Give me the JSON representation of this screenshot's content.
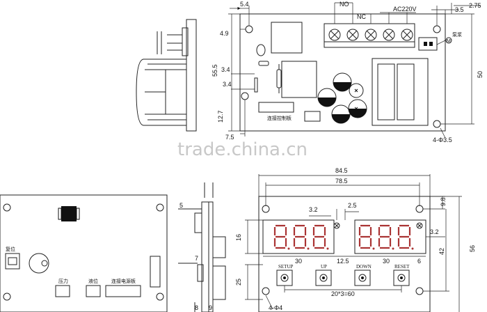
{
  "top_view": {
    "relays": {
      "no": "NO",
      "nc": "NC",
      "ac": "AC220V"
    },
    "dims": {
      "d54": "5.4",
      "d49": "4.9",
      "d555": "55.5",
      "d34a": "3.4",
      "d34b": "3.4",
      "d127": "12.7",
      "d75": "7.5",
      "d35": "3.5",
      "d275": "2.75",
      "d50": "50",
      "d4phi": "4-Φ3.5"
    },
    "labels": {
      "connector": "连接控制板",
      "pump": "泵浆",
      "motor": "M"
    }
  },
  "watermark": "trade.china.cn",
  "bottom_left": {
    "labels": {
      "reset": "复位",
      "pressure": "压力",
      "level": "液位",
      "connect_power": "连接电源板"
    }
  },
  "side_view": {
    "dims": {
      "d5": "5",
      "d7": "7",
      "d8": "8",
      "d9": "9"
    }
  },
  "front_panel": {
    "dims": {
      "d845": "84.5",
      "d785": "78.5",
      "d32a": "3.2",
      "d25a": "2.5",
      "d98": "9.8",
      "d16": "16",
      "d32b": "3.2",
      "d42": "42",
      "d56": "56",
      "d30a": "30",
      "d125": "12.5",
      "d30b": "30",
      "d6": "6",
      "d25b": "25",
      "d20x3": "20*3=60",
      "d4phi4": "4-Φ4"
    },
    "buttons": [
      "SETUP",
      "UP",
      "DOWN",
      "RESET"
    ]
  }
}
